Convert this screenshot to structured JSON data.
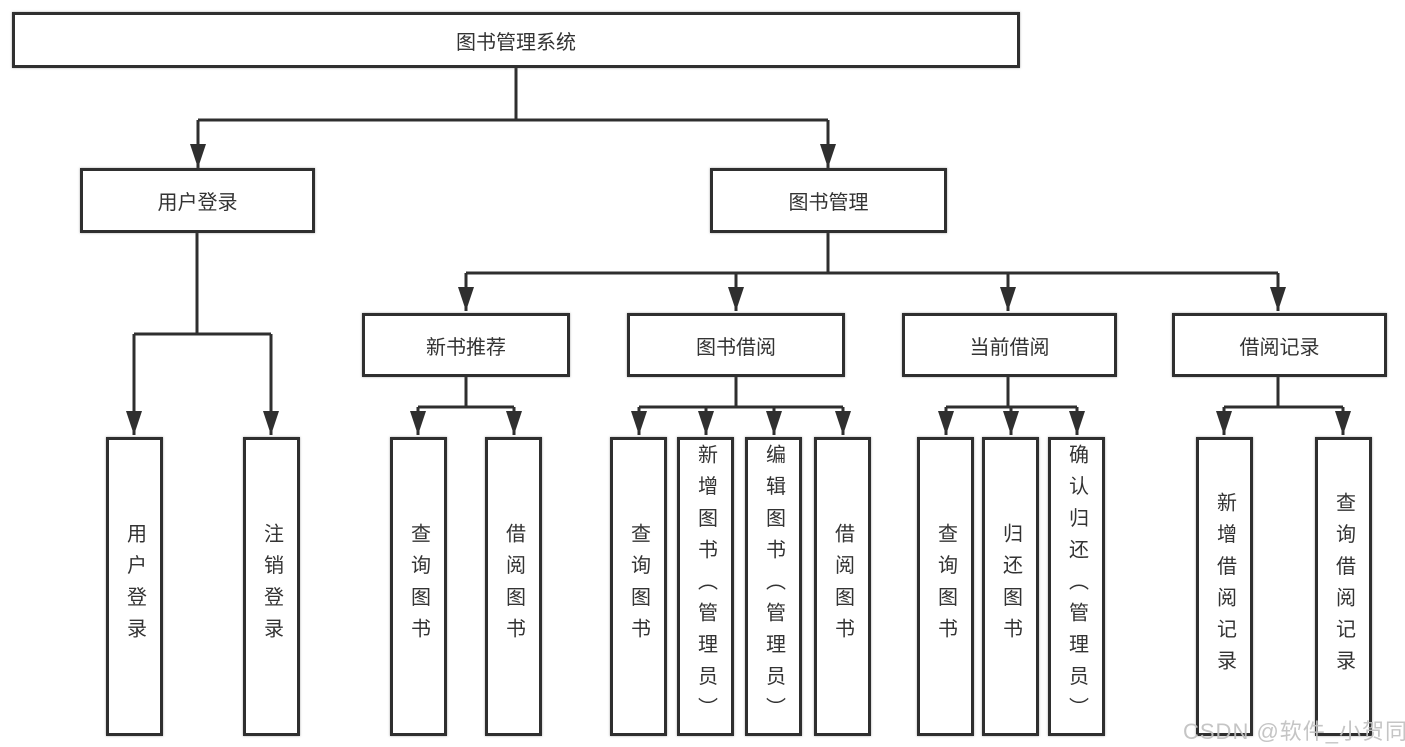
{
  "diagram_type": "hierarchy-tree",
  "colors": {
    "line": "#2f2f2f",
    "box_border": "#2f2f2f",
    "box_fill": "#ffffff",
    "text": "#333333",
    "watermark": "#c2c2c2",
    "background": "#ffffff"
  },
  "tree": {
    "label": "图书管理系统",
    "children": [
      {
        "label": "用户登录",
        "children": [
          {
            "label": "用户登录"
          },
          {
            "label": "注销登录"
          }
        ]
      },
      {
        "label": "图书管理",
        "children": [
          {
            "label": "新书推荐",
            "children": [
              {
                "label": "查询图书"
              },
              {
                "label": "借阅图书"
              }
            ]
          },
          {
            "label": "图书借阅",
            "children": [
              {
                "label": "查询图书"
              },
              {
                "label": "新增图书（管理员）"
              },
              {
                "label": "编辑图书（管理员）"
              },
              {
                "label": "借阅图书"
              }
            ]
          },
          {
            "label": "当前借阅",
            "children": [
              {
                "label": "查询图书"
              },
              {
                "label": "归还图书"
              },
              {
                "label": "确认归还（管理员）"
              }
            ]
          },
          {
            "label": "借阅记录",
            "children": [
              {
                "label": "新增借阅记录"
              },
              {
                "label": "查询借阅记录"
              }
            ]
          }
        ]
      }
    ]
  },
  "watermark": {
    "text": "CSDN @软件_小贺同学"
  }
}
